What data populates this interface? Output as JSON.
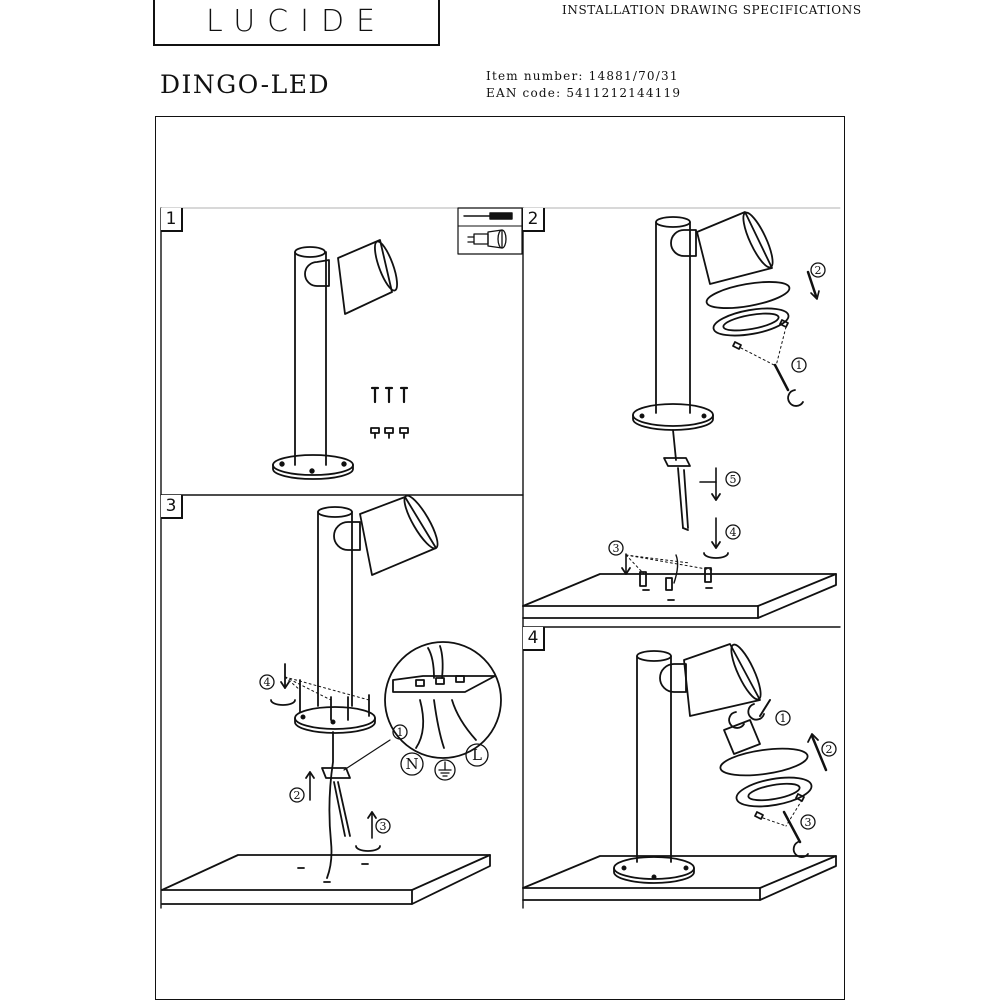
{
  "header": {
    "brand": "LUCIDE",
    "doc_title": "INSTALLATION DRAWING SPECIFICATIONS",
    "product_name": "DINGO-LED",
    "item_label": "Item number:",
    "item_value": "14881/70/31",
    "ean_label": "EAN code:",
    "ean_value": "5411212144119"
  },
  "steps": [
    {
      "number": "1"
    },
    {
      "number": "2"
    },
    {
      "number": "3"
    },
    {
      "number": "4"
    }
  ],
  "callouts": {
    "step2": [
      "1",
      "2",
      "3",
      "4",
      "5"
    ],
    "step3": [
      "1",
      "2",
      "3",
      "4"
    ],
    "step4": [
      "1",
      "2",
      "3"
    ]
  },
  "wiring_labels": {
    "neutral": "N",
    "live": "L"
  },
  "icons": [
    "screwdriver-icon",
    "gu10-bulb-icon",
    "earth-ground-icon"
  ]
}
